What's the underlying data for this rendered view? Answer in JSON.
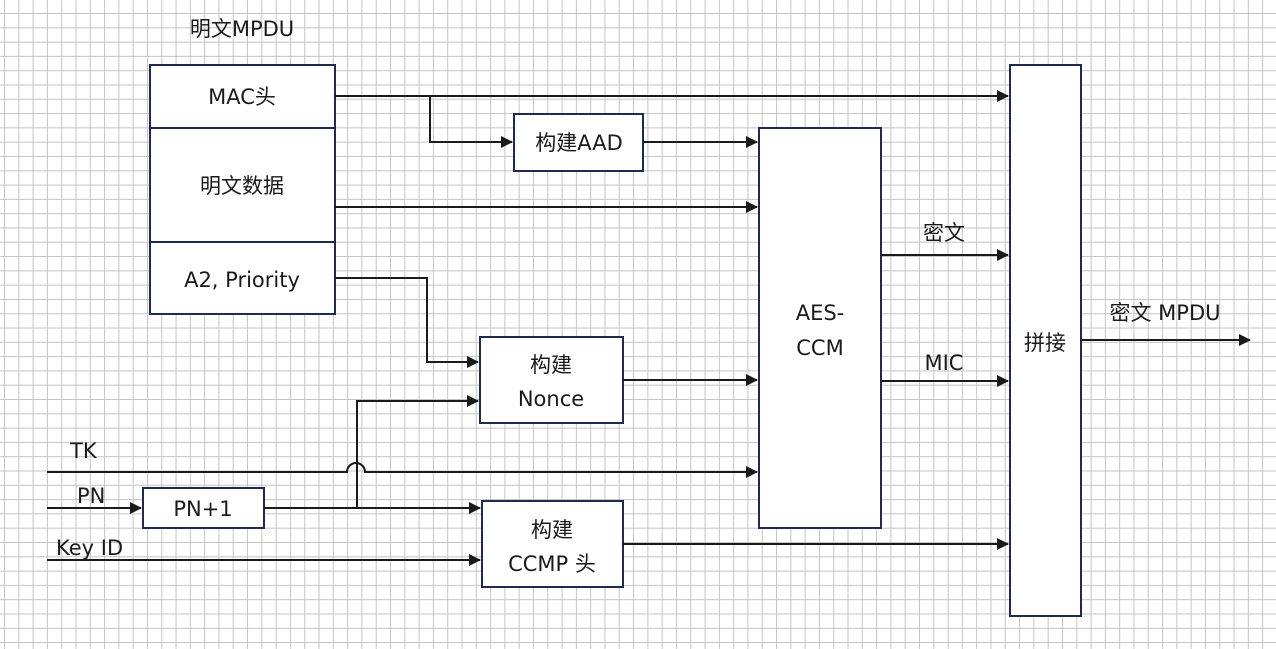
{
  "title": "明文MPDU",
  "colors": {
    "box_stroke": "#1f2a4f",
    "wire": "#1a1a1a",
    "grid": "#c4c4c4",
    "background": "#ffffff"
  },
  "plaintext_mpdu": {
    "mac_header": "MAC头",
    "plaintext_data": "明文数据",
    "a2_priority": "A2, Priority"
  },
  "blocks": {
    "build_aad": "构建AAD",
    "build_nonce_line1": "构建",
    "build_nonce_line2": "Nonce",
    "aes_ccm_line1": "AES-",
    "aes_ccm_line2": "CCM",
    "concat": "拼接",
    "pn_increment": "PN+1",
    "build_ccmp_line1": "构建",
    "build_ccmp_line2": "CCMP 头"
  },
  "inputs": {
    "tk": "TK",
    "pn": "PN",
    "key_id": "Key ID"
  },
  "outputs": {
    "ciphertext": "密文",
    "mic": "MIC",
    "cipher_mpdu": "密文 MPDU"
  }
}
